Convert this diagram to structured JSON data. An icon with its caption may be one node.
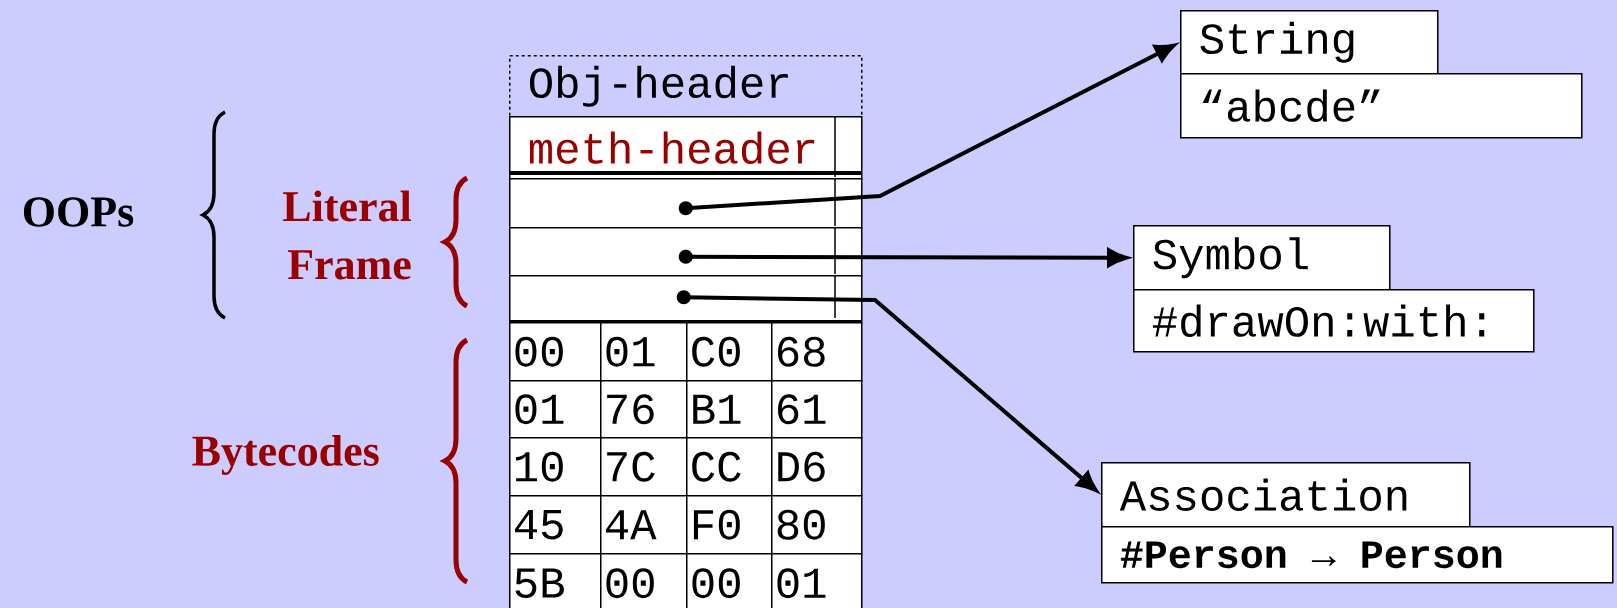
{
  "diagram": {
    "nodes": [
      {
        "text": [
          "Obj-header"
        ]
      },
      {
        "text": [
          "meth-header"
        ]
      },
      {
        "text": [],
        "shape": "box"
      },
      {
        "text": [],
        "shape": "box"
      },
      {
        "text": [],
        "shape": "box"
      },
      {
        "text": [
          "String"
        ]
      },
      {
        "text": [
          "“abcde”"
        ]
      },
      {
        "text": [
          "Symbol"
        ]
      },
      {
        "text": [
          "#drawOn:with:"
        ]
      },
      {
        "text": [
          "Association"
        ]
      },
      {
        "text": [
          "#Person → Person"
        ]
      }
    ],
    "edges": [
      {
        "from": 2,
        "to": 5,
        "arrow": "to"
      },
      {
        "from": 3,
        "to": 7,
        "arrow": "to"
      },
      {
        "from": 4,
        "to": 9,
        "arrow": "to"
      }
    ],
    "labels": [
      "OOPs",
      "Literal Frame",
      "Bytecodes",
      "00",
      "01",
      "C0",
      "68",
      "01",
      "76",
      "B1",
      "61",
      "10",
      "7C",
      "CC",
      "D6",
      "45",
      "4A",
      "F0",
      "80",
      "5B",
      "00",
      "00",
      "01"
    ]
  }
}
